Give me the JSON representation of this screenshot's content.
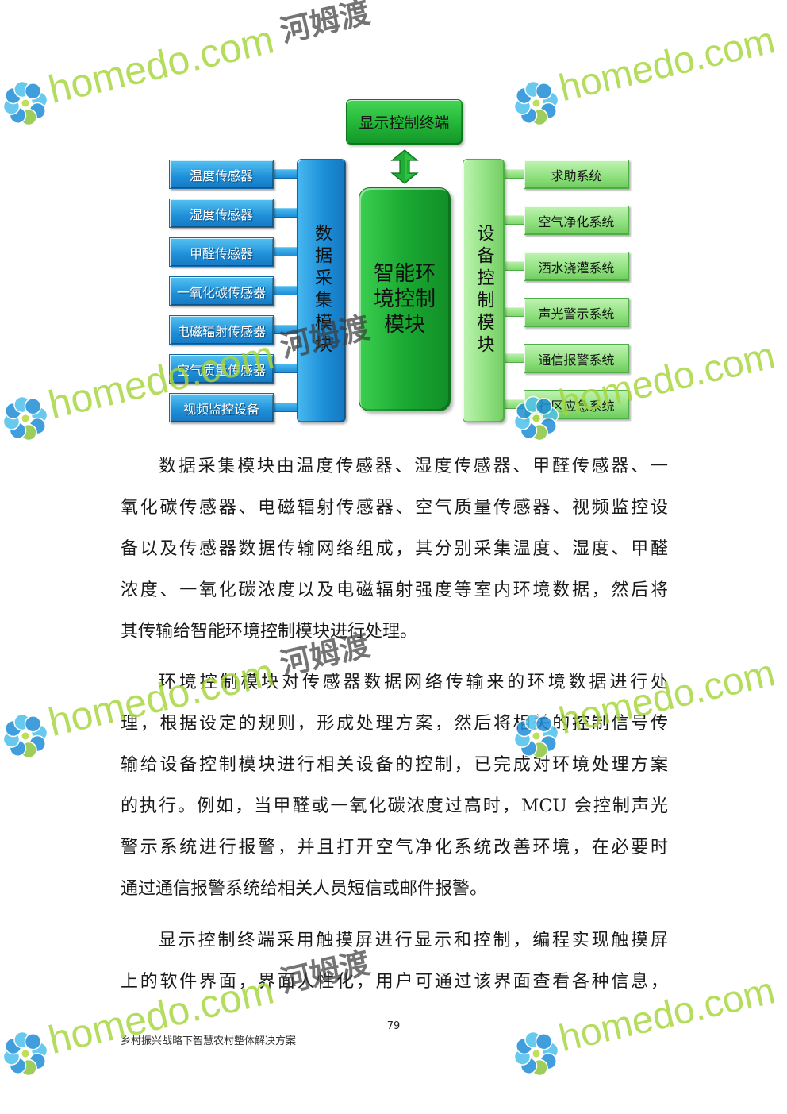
{
  "diagram": {
    "terminal": "显示控制终端",
    "sensors": [
      "温度传感器",
      "湿度传感器",
      "甲醛传感器",
      "一氧化碳传感器",
      "电磁辐射传感器",
      "空气质量传感器",
      "视频监控设备"
    ],
    "data_module": "数据采集模块",
    "control_module": "智能环境控制模块",
    "device_module": "设备控制模块",
    "systems": [
      "求助系统",
      "空气净化系统",
      "洒水浇灌系统",
      "声光警示系统",
      "通信报警系统",
      "社区应急系统"
    ]
  },
  "paragraphs": [
    [
      "数据采集模块由温度传感器、湿度传感器、甲醛传感器、一",
      "氧化碳传感器、电磁辐射传感器、空气质量传感器、视频监控设",
      "备以及传感器数据传输网络组成，其分别采集温度、湿度、甲醛",
      "浓度、一氧化碳浓度以及电磁辐射强度等室内环境数据，然后将",
      "其传输给智能环境控制模块进行处理。"
    ],
    [
      "环境控制模块对传感器数据网络传输来的环境数据进行处",
      "理，根据设定的规则，形成处理方案，然后将相关的控制信号传",
      "输给设备控制模块进行相关设备的控制，已完成对环境处理方案",
      "的执行。例如，当甲醛或一氧化碳浓度过高时，MCU 会控制声光",
      "警示系统进行报警，并且打开空气净化系统改善环境，在必要时",
      "通过通信报警系统给相关人员短信或邮件报警。"
    ],
    [
      "显示控制终端采用触摸屏进行显示和控制，编程实现触摸屏",
      "上的软件界面，界面人性化，用户可通过该界面查看各种信息，"
    ]
  ],
  "page_number": "79",
  "footer": "乡村振兴战略下智慧农村整体解决方案",
  "watermark": {
    "brand": "homedo",
    "tld": ".com",
    "cn": "河姆渡",
    "icon": "flower-logo-icon"
  },
  "colors": {
    "sensor_blue": "#1e8fd8",
    "data_module_blue": "#1c8fd9",
    "control_green": "#1aa932",
    "terminal_green": "#22b536",
    "device_green": "#93e283",
    "system_green": "#8fe07e",
    "watermark_green": "#a6d63a",
    "watermark_gray": "#3a3a3a"
  }
}
